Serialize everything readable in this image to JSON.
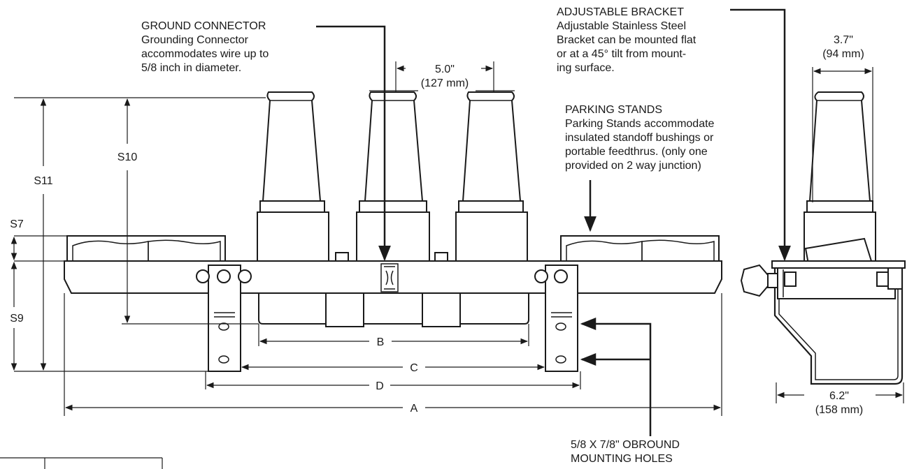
{
  "callouts": {
    "ground_title": "GROUND CONNECTOR",
    "ground_desc": [
      "Grounding Connector",
      "accommodates wire up to",
      "5/8 inch in diameter."
    ],
    "bracket_title": "ADJUSTABLE BRACKET",
    "bracket_desc": [
      "Adjustable Stainless Steel",
      "Bracket can be mounted flat",
      "or at a 45° tilt from mount-",
      "ing surface."
    ],
    "parking_title": "PARKING STANDS",
    "parking_desc": [
      "Parking Stands accommodate",
      "insulated standoff bushings or",
      "portable feedthrus. (only one",
      "provided on 2 way junction)"
    ],
    "holes": [
      "5/8 X 7/8\" OBROUND",
      "MOUNTING HOLES"
    ]
  },
  "dimensions": {
    "spacing": [
      "5.0\"",
      "(127 mm)"
    ],
    "side_width_top": [
      "3.7\"",
      "(94 mm)"
    ],
    "side_width_bottom": [
      "6.2\"",
      "(158 mm)"
    ],
    "S7": "S7",
    "S9": "S9",
    "S10": "S10",
    "S11": "S11",
    "A": "A",
    "B": "B",
    "C": "C",
    "D": "D"
  }
}
